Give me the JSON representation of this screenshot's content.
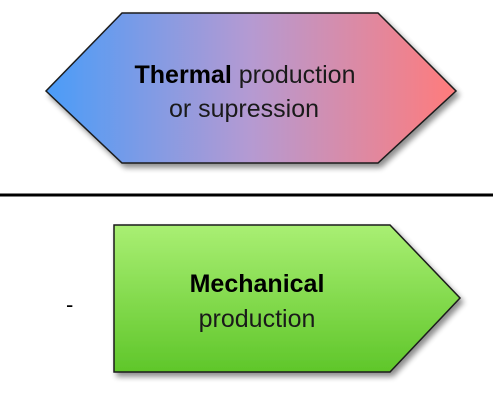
{
  "thermal": {
    "bold": "Thermal",
    "rest_line1": " production",
    "line2": "or supression",
    "gradient_left": "#4a9cf8",
    "gradient_mid": "#b59ad2",
    "gradient_right": "#ff7b7b"
  },
  "mechanical": {
    "bold": "Mechanical",
    "line2": "production",
    "fill_top": "#a9ef73",
    "fill_bottom": "#5fc62a"
  },
  "stray_mark": "-",
  "divider_color": "#000000",
  "outline_color": "#1a1a1a"
}
